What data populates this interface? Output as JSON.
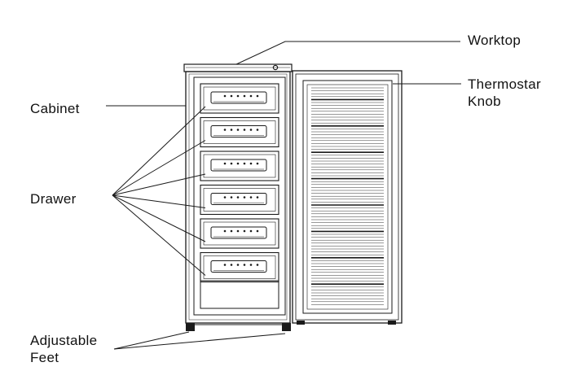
{
  "labels": {
    "worktop": "Worktop",
    "thermostat_line1": "Thermostar",
    "thermostat_line2": "Knob",
    "cabinet": "Cabinet",
    "drawer": "Drawer",
    "feet_line1": "Adjustable",
    "feet_line2": "Feet"
  },
  "drawer_count": 6,
  "colors": {
    "line": "#1a1a1a",
    "background": "#ffffff"
  }
}
